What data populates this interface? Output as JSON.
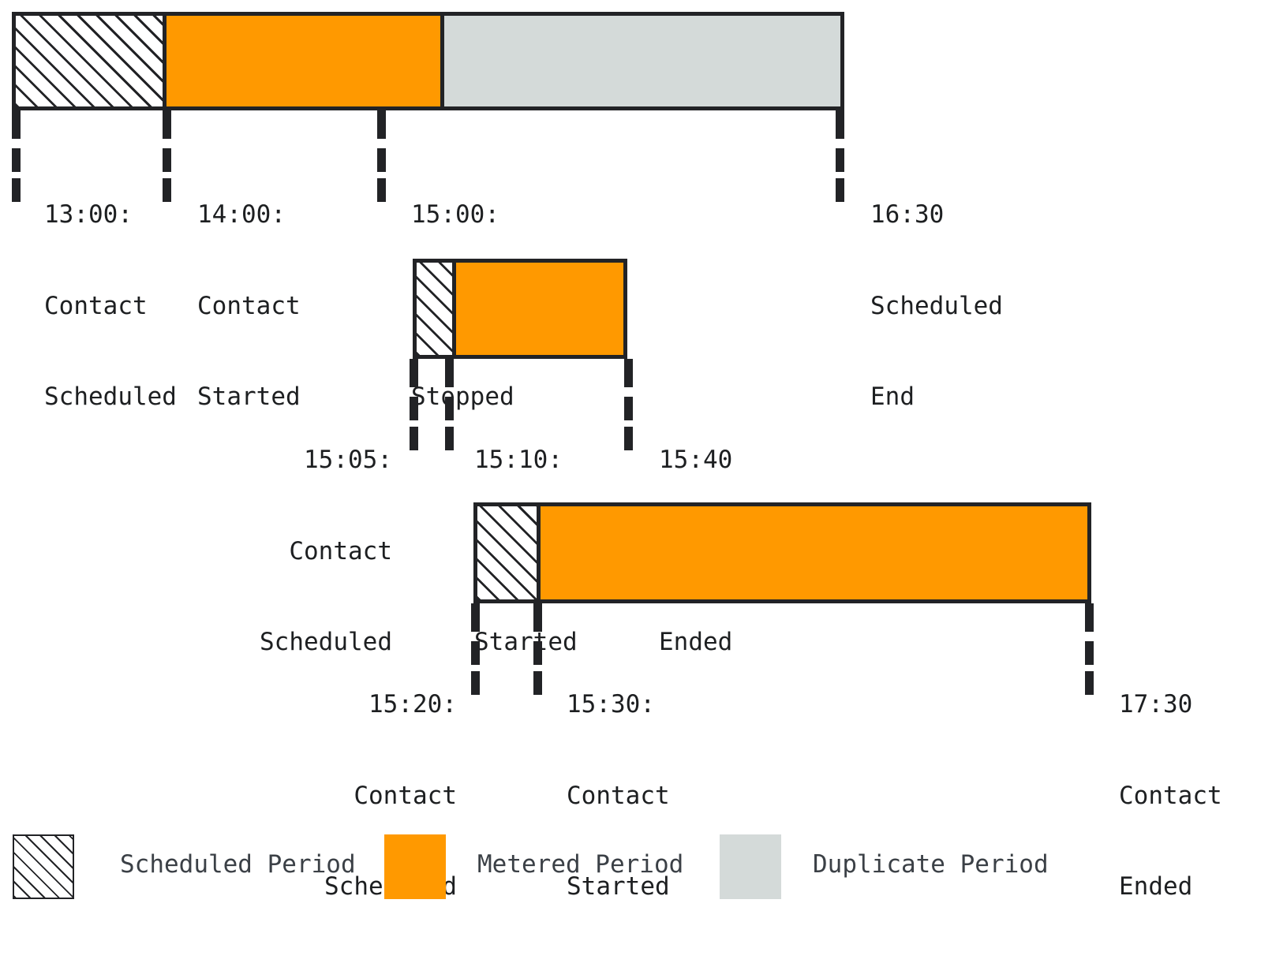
{
  "figure": {
    "kind": "timeline-gantt",
    "background": "#ffffff",
    "colors": {
      "outline": "#222326",
      "metered": "#FF9900",
      "duplicate": "#D4DAD9",
      "scheduled_hatch_bg": "#ffffff",
      "label_text": "#1d1f21",
      "legend_text": "#3b4046"
    }
  },
  "timelines": [
    {
      "id": "timeline-1",
      "segments": [
        {
          "type": "scheduled",
          "name": "scheduled-period"
        },
        {
          "type": "metered",
          "name": "metered-period"
        },
        {
          "type": "duplicate",
          "name": "duplicate-period"
        }
      ],
      "events": [
        {
          "time": "13:00:",
          "line2": "Contact",
          "line3": "Scheduled",
          "align": "left"
        },
        {
          "time": "14:00:",
          "line2": "Contact",
          "line3": "Started",
          "align": "left"
        },
        {
          "time": "15:00:",
          "line2": "Contact",
          "line3": "Stopped",
          "align": "left"
        },
        {
          "time": "16:30",
          "line2": "Scheduled",
          "line3": "End",
          "align": "left"
        }
      ]
    },
    {
      "id": "timeline-2",
      "segments": [
        {
          "type": "scheduled",
          "name": "scheduled-period"
        },
        {
          "type": "metered",
          "name": "metered-period"
        }
      ],
      "events": [
        {
          "time": "15:05:",
          "line2": "Contact",
          "line3": "Scheduled",
          "align": "right"
        },
        {
          "time": "15:10:",
          "line2": "Contact",
          "line3": "Started",
          "align": "left"
        },
        {
          "time": "15:40",
          "line2": "Contact",
          "line3": "Ended",
          "align": "left"
        }
      ]
    },
    {
      "id": "timeline-3",
      "segments": [
        {
          "type": "scheduled",
          "name": "scheduled-period"
        },
        {
          "type": "metered",
          "name": "metered-period"
        }
      ],
      "events": [
        {
          "time": "15:20:",
          "line2": "Contact",
          "line3": "Scheduled",
          "align": "right"
        },
        {
          "time": "15:30:",
          "line2": "Contact",
          "line3": "Started",
          "align": "left"
        },
        {
          "time": "17:30",
          "line2": "Contact",
          "line3": "Ended",
          "align": "left"
        }
      ]
    }
  ],
  "legend": {
    "items": [
      {
        "label": "Scheduled Period",
        "swatch": "hatch",
        "color": "#ffffff"
      },
      {
        "label": "Metered Period",
        "swatch": "solid-orange",
        "color": "#FF9900"
      },
      {
        "label": "Duplicate Period",
        "swatch": "solid-gray",
        "color": "#D4DAD9"
      }
    ]
  }
}
